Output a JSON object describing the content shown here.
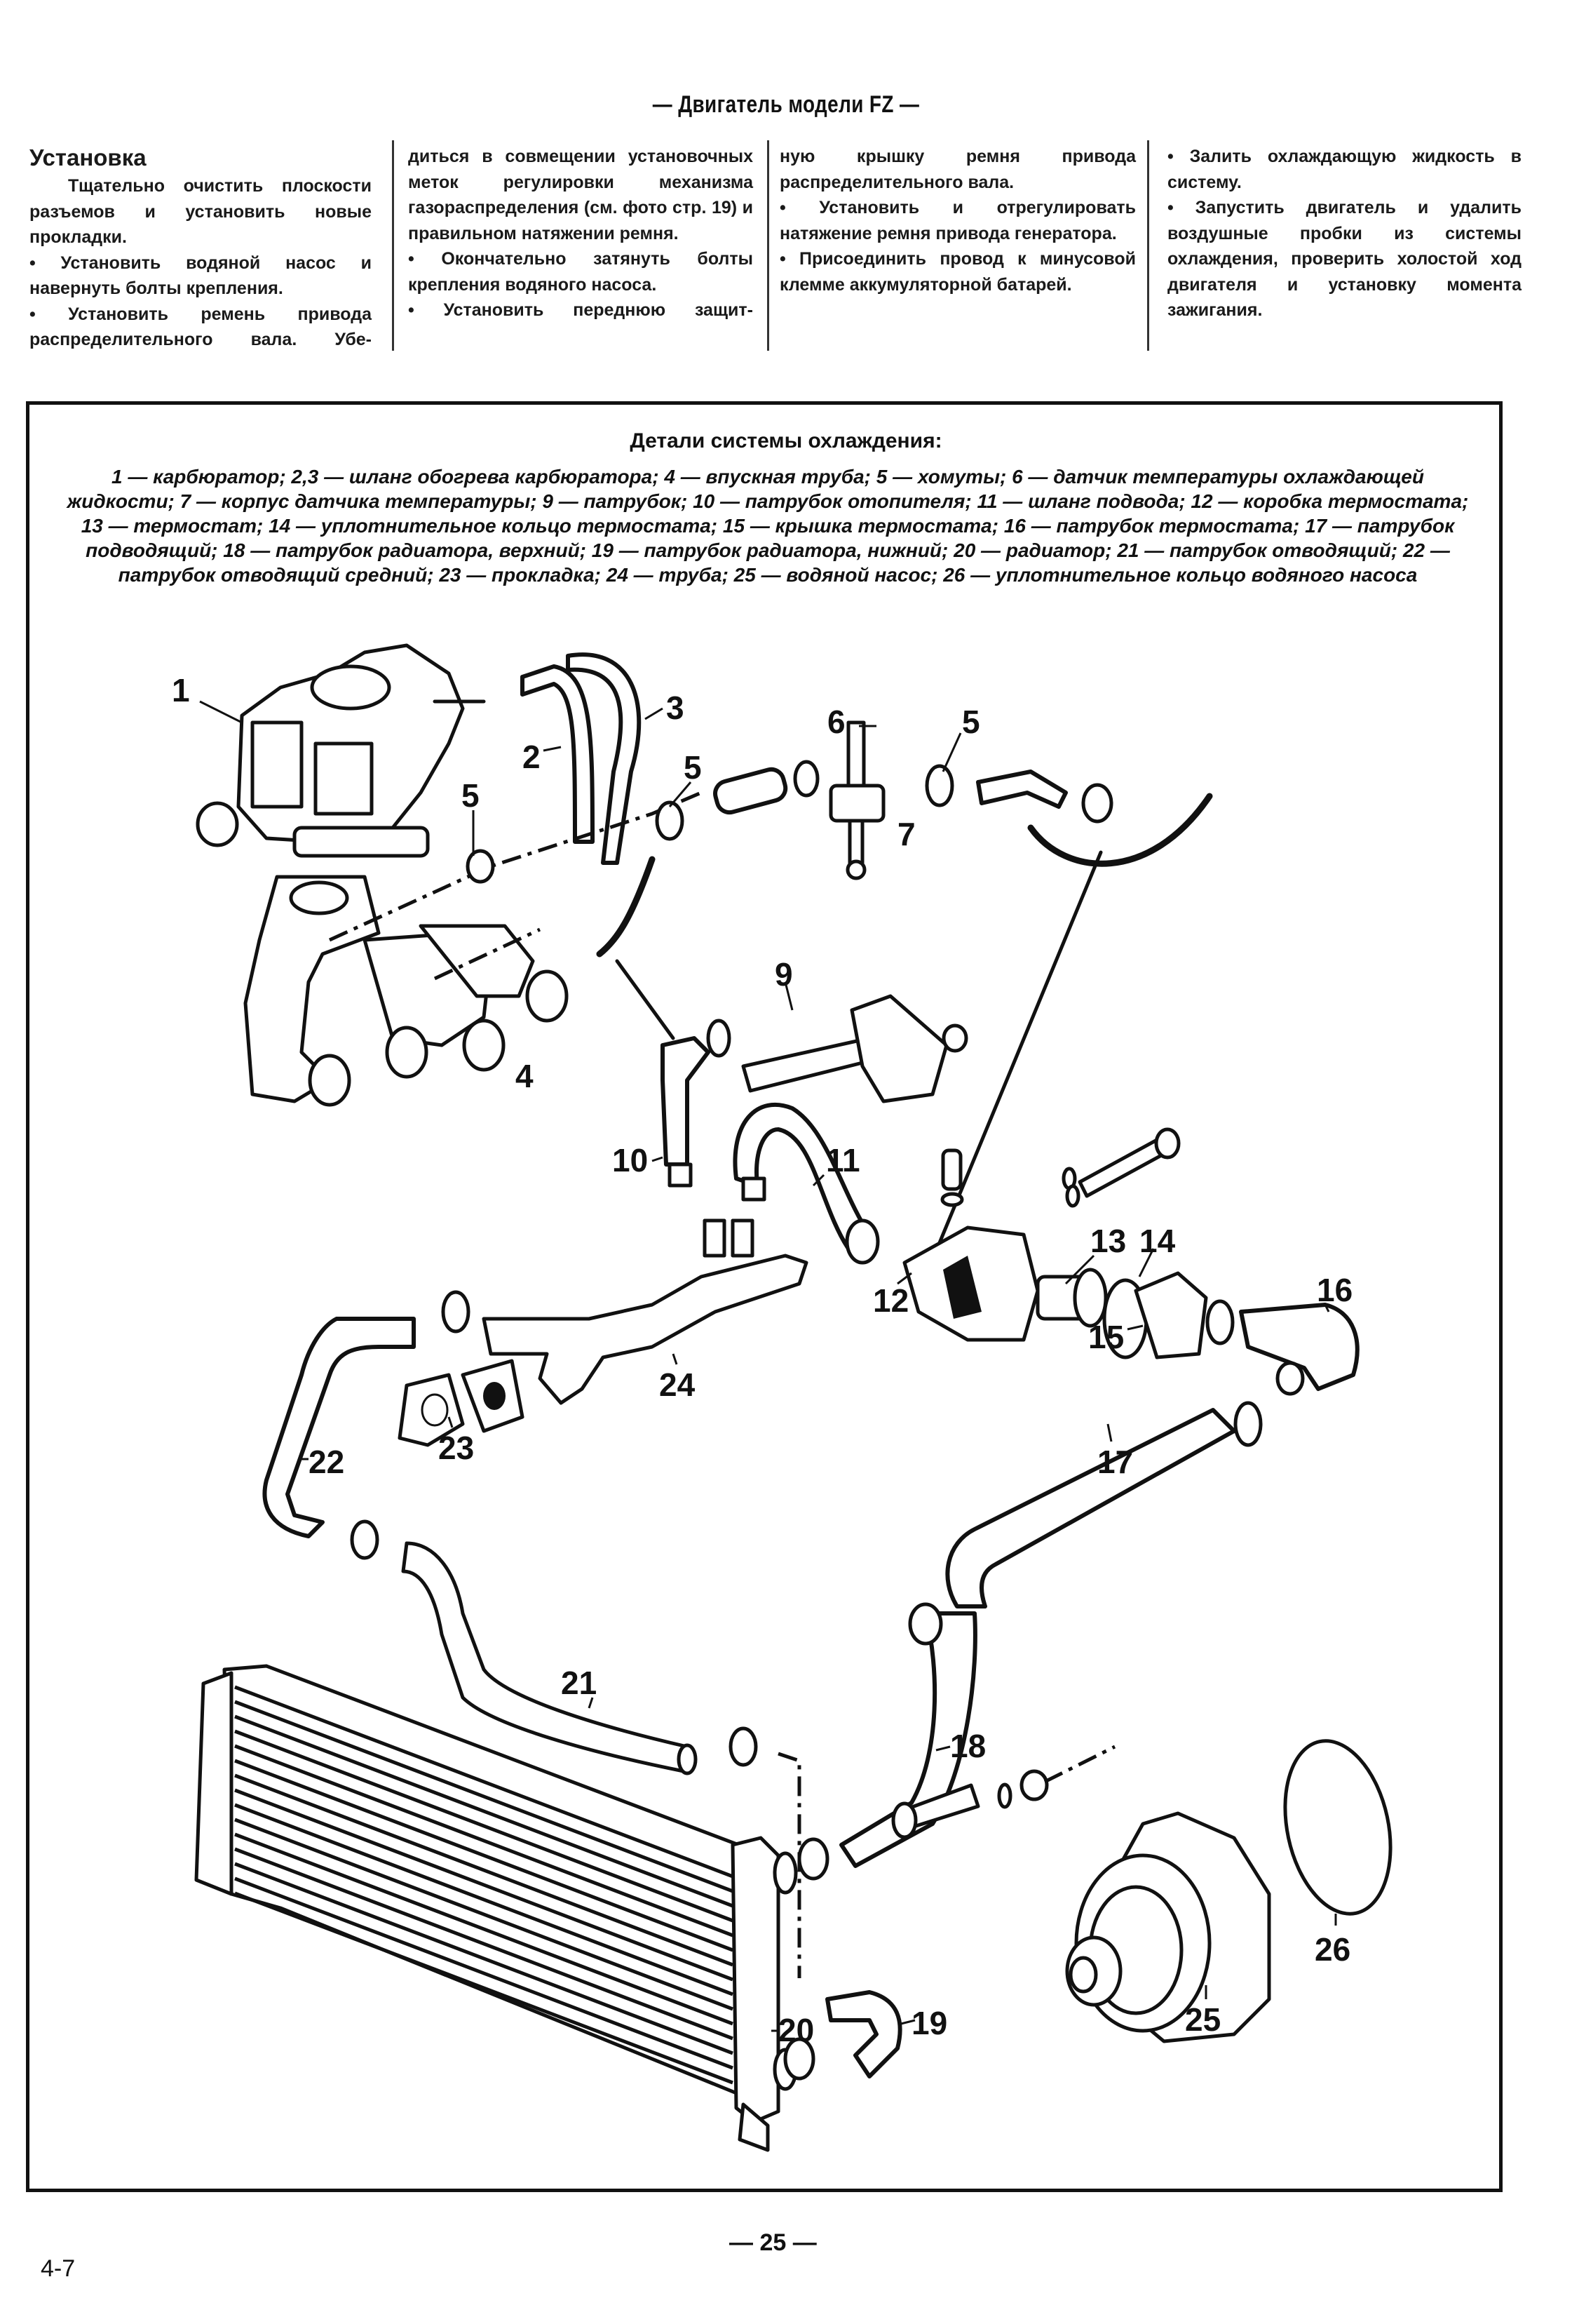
{
  "header": {
    "running_head": "— Двигатель модели FZ —"
  },
  "text_section": {
    "heading": "Установка",
    "columns": [
      [
        "Тщательно очистить плоскости разъемов и установить новые прокладки.",
        "• Установить водяной насос и навернуть болты крепления.",
        "• Установить ремень привода распределительного вала. Убе-"
      ],
      [
        "диться в совмещении установочных меток регулировки механизма газораспределения (см. фото стр. 19) и правильном натяжении ремня.",
        "• Окончательно затянуть болты крепления водяного насоса.",
        "• Установить переднюю защит-"
      ],
      [
        "ную крышку ремня привода распределительного вала.",
        "• Установить и отрегулировать натяжение ремня привода генератора.",
        "• Присоединить провод к минусовой клемме аккумуляторной батарей."
      ],
      [
        "• Залить охлаждающую жидкость в систему.",
        "• Запустить двигатель и удалить воздушные пробки из системы охлаждения, проверить холостой ход двигателя и установку момента зажигания."
      ]
    ]
  },
  "figure": {
    "title": "Детали системы охлаждения:",
    "legend_text": "1 — карбюратор; 2,3 — шланг обогрева карбюратора; 4 — впускная труба; 5 — хомуты; 6 — датчик температуры охлаждающей жидкости; 7 — корпус датчика температуры; 9 — патрубок; 10 — патрубок отопителя; 11 — шланг подвода; 12 — коробка термостата; 13 — термостат; 14 — уплотнительное кольцо термостата; 15 — крышка термостата; 16 — патрубок термостата; 17 — патрубок подводящий; 18 — патрубок радиатора, верхний; 19 — патрубок радиатора, нижний; 20 — радиатор; 21 — патрубок отводящий; 22 — патрубок отводящий средний; 23 — прокладка; 24 — труба; 25 — водяной насос; 26 — уплотнительное кольцо водяного насоса",
    "legend": [
      {
        "n": "1",
        "label": "карбюратор"
      },
      {
        "n": "2,3",
        "label": "шланг обогрева карбюратора"
      },
      {
        "n": "4",
        "label": "впускная труба"
      },
      {
        "n": "5",
        "label": "хомуты"
      },
      {
        "n": "6",
        "label": "датчик температуры охлаждающей жидкости"
      },
      {
        "n": "7",
        "label": "корпус датчика температуры"
      },
      {
        "n": "9",
        "label": "патрубок"
      },
      {
        "n": "10",
        "label": "патрубок отопителя"
      },
      {
        "n": "11",
        "label": "шланг подвода"
      },
      {
        "n": "12",
        "label": "коробка термостата"
      },
      {
        "n": "13",
        "label": "термостат"
      },
      {
        "n": "14",
        "label": "уплотнительное кольцо термостата"
      },
      {
        "n": "15",
        "label": "крышка термостата"
      },
      {
        "n": "16",
        "label": "патрубок термостата"
      },
      {
        "n": "17",
        "label": "патрубок подводящий"
      },
      {
        "n": "18",
        "label": "патрубок радиатора, верхний"
      },
      {
        "n": "19",
        "label": "патрубок радиатора, нижний"
      },
      {
        "n": "20",
        "label": "радиатор"
      },
      {
        "n": "21",
        "label": "патрубок отводящий"
      },
      {
        "n": "22",
        "label": "патрубок отводящий средний"
      },
      {
        "n": "23",
        "label": "прокладка"
      },
      {
        "n": "24",
        "label": "труба"
      },
      {
        "n": "25",
        "label": "водяной насос"
      },
      {
        "n": "26",
        "label": "уплотнительное кольцо водяного насоса"
      }
    ],
    "callouts": [
      "1",
      "2",
      "3",
      "4",
      "5",
      "5",
      "5",
      "6",
      "7",
      "9",
      "10",
      "11",
      "12",
      "13",
      "14",
      "15",
      "16",
      "17",
      "18",
      "19",
      "20",
      "21",
      "22",
      "23",
      "24",
      "25",
      "26"
    ]
  },
  "footer": {
    "page_number": "— 25 —",
    "section_code": "4-7"
  }
}
